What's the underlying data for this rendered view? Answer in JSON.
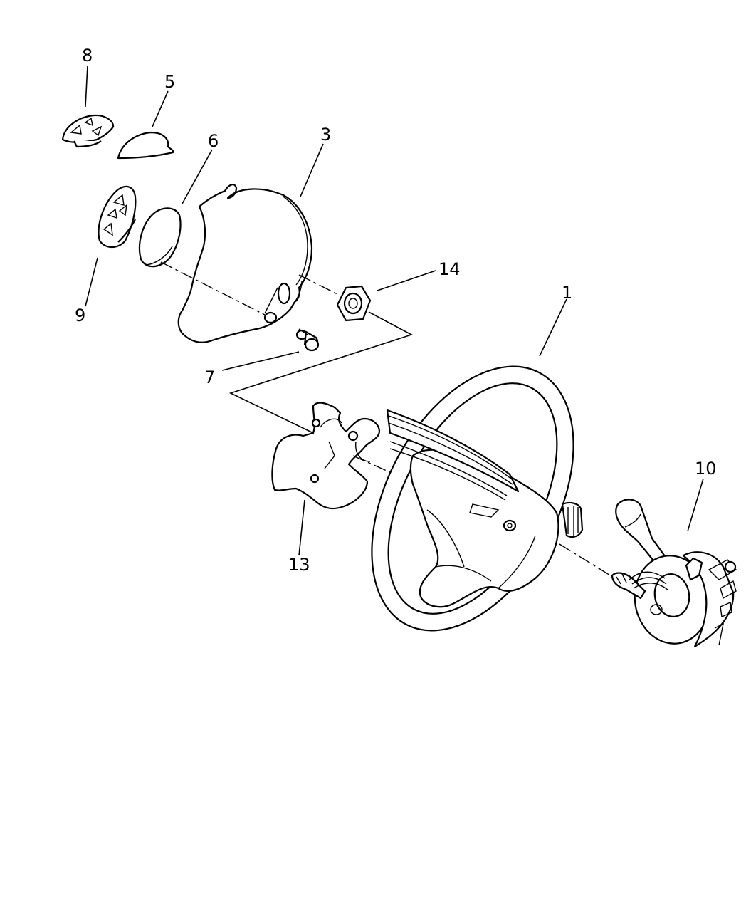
{
  "diagram": {
    "callouts": {
      "c8": "8",
      "c5": "5",
      "c6": "6",
      "c3": "3",
      "c9": "9",
      "c14": "14",
      "c1": "1",
      "c7": "7",
      "c10": "10",
      "c13": "13"
    }
  }
}
